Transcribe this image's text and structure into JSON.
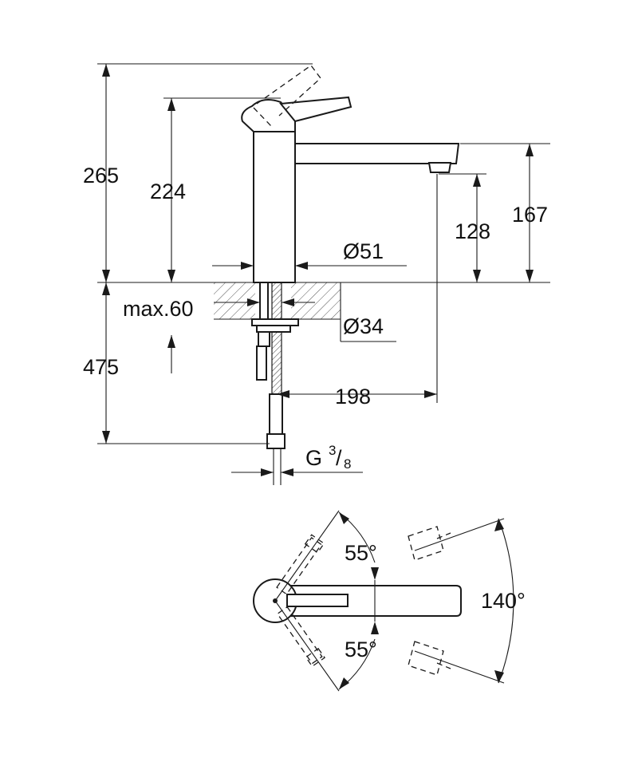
{
  "dimensions": {
    "overall_height": "265",
    "lever_height": "224",
    "spout_height": "167",
    "outlet_height": "128",
    "body_diameter": "Ø51",
    "max_counter_thickness": "max.60",
    "hole_diameter": "Ø34",
    "hose_length": "475",
    "spout_reach": "198",
    "connection_thread_prefix": "G",
    "connection_thread_num": "3",
    "connection_thread_den": "8"
  },
  "angles": {
    "lever_swing_up": "55°",
    "lever_swing_down": "55°",
    "spout_swivel": "140°"
  }
}
